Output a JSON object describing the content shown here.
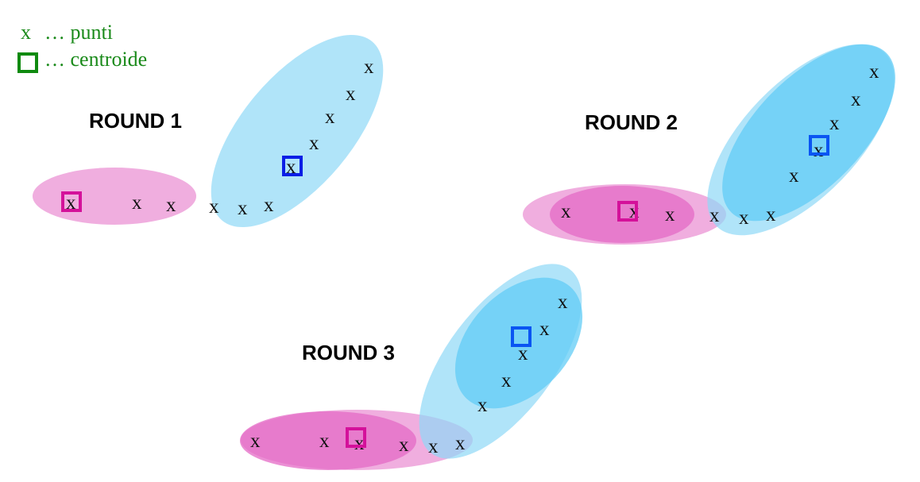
{
  "legend": {
    "point_symbol": "x",
    "point_label": "… punti",
    "centroid_label": "… centroide",
    "color": "#1a8a1a"
  },
  "colors": {
    "pink_fill": "#e98cd2",
    "pink_dark_fill": "#e46ac6",
    "blue_fill": "#8fd8f6",
    "blue_dark_fill": "#62ccf5",
    "pink_centroid": "#d4119a",
    "blue_centroid_r1": "#0a1ee6",
    "blue_centroid": "#0a55f2"
  },
  "point_symbol": "x",
  "rounds": [
    {
      "title": "ROUND 1"
    },
    {
      "title": "ROUND 2"
    },
    {
      "title": "ROUND 3"
    }
  ]
}
